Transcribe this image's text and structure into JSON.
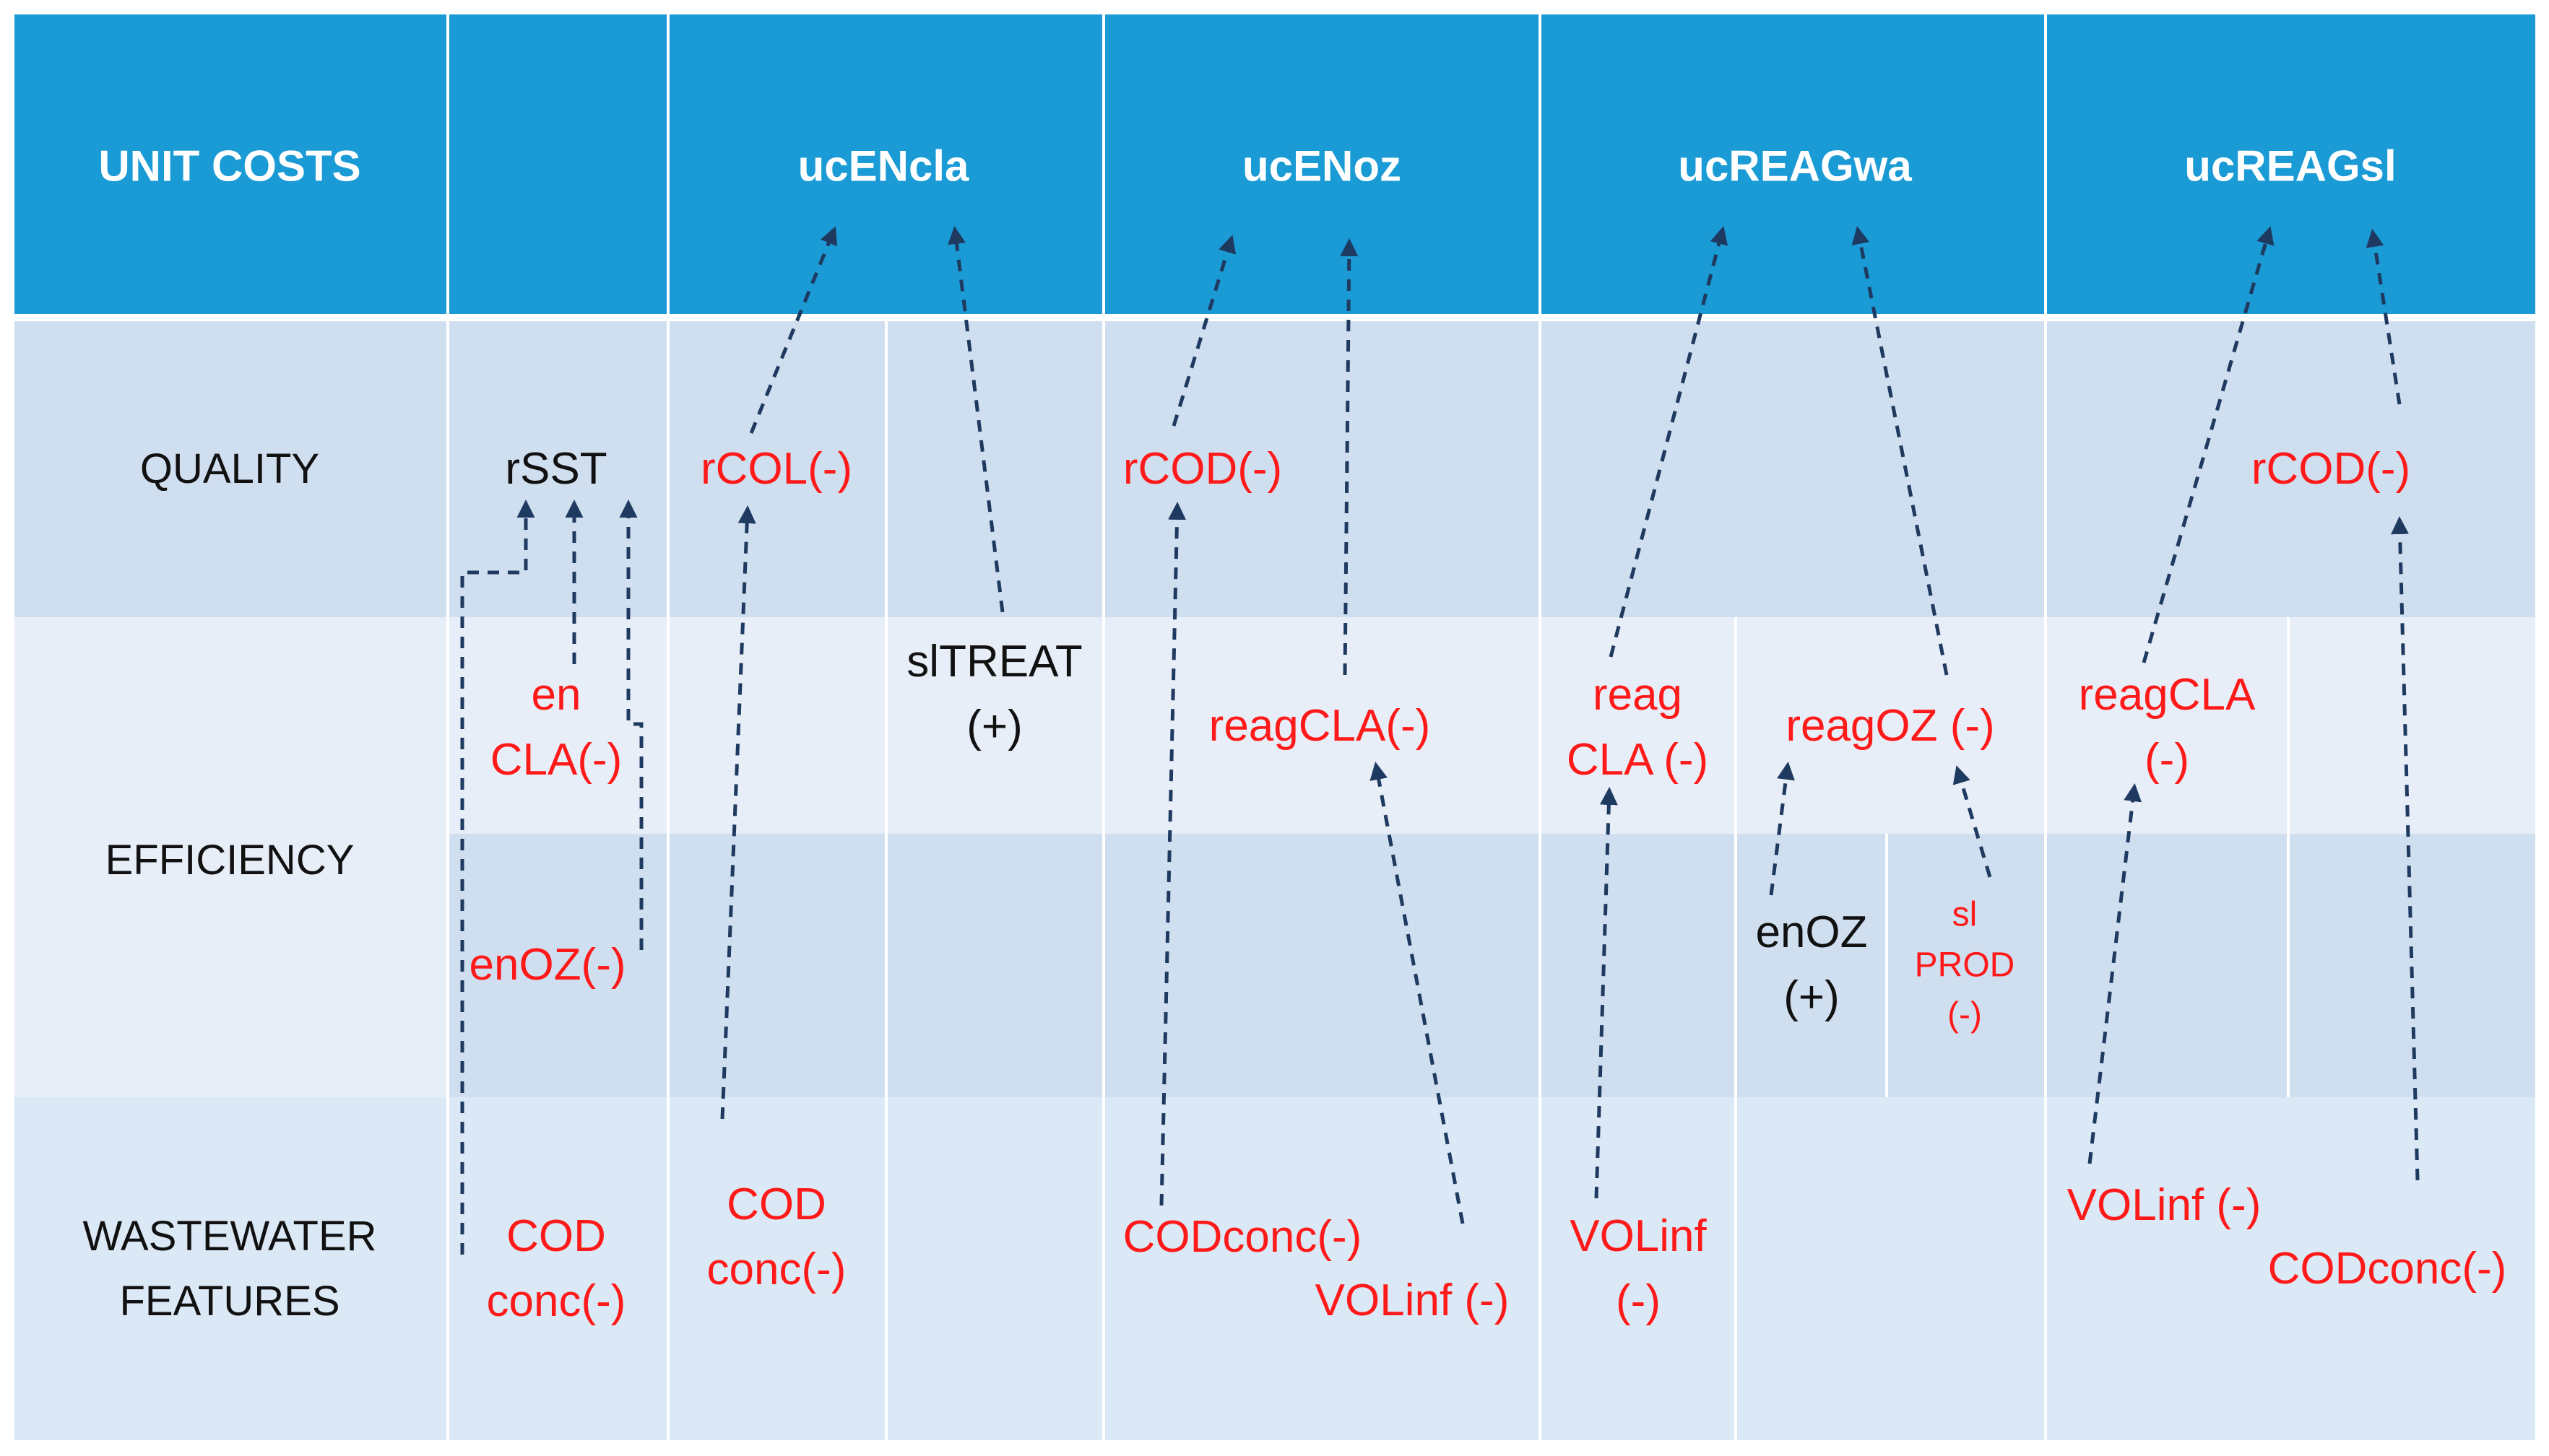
{
  "colors": {
    "header_bg": "#1a9bd6",
    "quality_bg": "#d0dff0",
    "efficiency_top_bg": "#e8eef8",
    "efficiency_bottom_bg": "#d0dff0",
    "wastewater_bg": "#dbe8f5",
    "header_text": "#ffffff",
    "positive_text": "#111111",
    "negative_text": "#ff1a1a",
    "arrow": "#1f3a60"
  },
  "header": {
    "row_title": "UNIT COSTS",
    "columns": [
      "ucENcla",
      "ucENoz",
      "ucREAGwa",
      "ucREAGsl"
    ]
  },
  "rows": {
    "quality": "QUALITY",
    "efficiency": "EFFICIENCY",
    "wastewater": "WASTEWATER\nFEATURES"
  },
  "nodes": {
    "rsst": "rSST",
    "rcol": "rCOL(-)",
    "rcod_oz": "rCOD(-)",
    "rcod_sl": "rCOD(-)",
    "en_cla": "en\nCLA(-)",
    "sltreat": "slTREAT\n(+)",
    "reagcla_oz": "reagCLA(-)",
    "reag_cla_wa": "reag\nCLA (-)",
    "reagoz": "reagOZ (-)",
    "reagcla_sl": "reagCLA\n(-)",
    "enoz_neg": "enOZ(-)",
    "enoz_pos": "enOZ\n(+)",
    "slprod": "sl\nPROD\n(-)",
    "cod_conc_1": "COD\nconc(-)",
    "cod_conc_2": "COD\nconc(-)",
    "codconc_oz": "CODconc(-)",
    "volinf_oz": "VOLinf (-)",
    "volinf_wa": "VOLinf\n(-)",
    "volinf_sl": "VOLinf (-)",
    "codconc_sl": "CODconc(-)"
  }
}
